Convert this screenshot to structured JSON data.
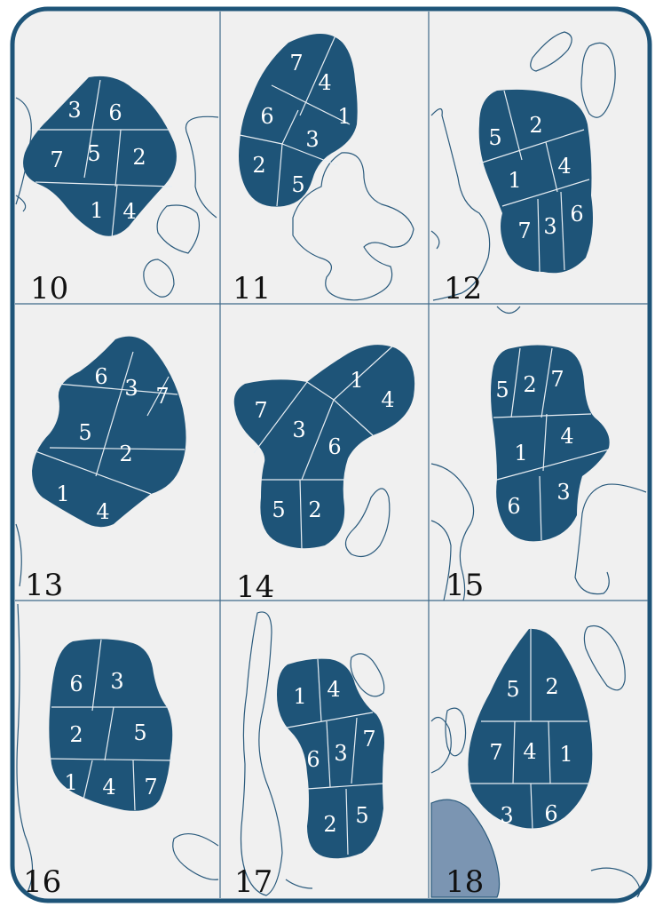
{
  "puzzle": {
    "colors": {
      "frame": "#1e5478",
      "cell_bg": "#f0f0f0",
      "region_fill": "#1e5478",
      "region_text": "#ffffff",
      "highlight": "#7b95b2"
    },
    "cells": [
      {
        "number": "10",
        "regions": [
          "3",
          "6",
          "7",
          "5",
          "2",
          "1",
          "4"
        ]
      },
      {
        "number": "11",
        "regions": [
          "7",
          "4",
          "6",
          "1",
          "3",
          "2",
          "5"
        ]
      },
      {
        "number": "12",
        "regions": [
          "5",
          "2",
          "1",
          "4",
          "7",
          "3",
          "6"
        ]
      },
      {
        "number": "13",
        "regions": [
          "6",
          "3",
          "7",
          "5",
          "2",
          "1",
          "4"
        ]
      },
      {
        "number": "14",
        "regions": [
          "7",
          "1",
          "4",
          "3",
          "6",
          "5",
          "2"
        ]
      },
      {
        "number": "15",
        "regions": [
          "5",
          "2",
          "7",
          "1",
          "4",
          "6",
          "3"
        ]
      },
      {
        "number": "16",
        "regions": [
          "6",
          "3",
          "2",
          "5",
          "1",
          "4",
          "7"
        ]
      },
      {
        "number": "17",
        "regions": [
          "1",
          "4",
          "6",
          "3",
          "7",
          "2",
          "5"
        ]
      },
      {
        "number": "18",
        "regions": [
          "5",
          "2",
          "7",
          "4",
          "1",
          "3",
          "6"
        ]
      }
    ]
  }
}
